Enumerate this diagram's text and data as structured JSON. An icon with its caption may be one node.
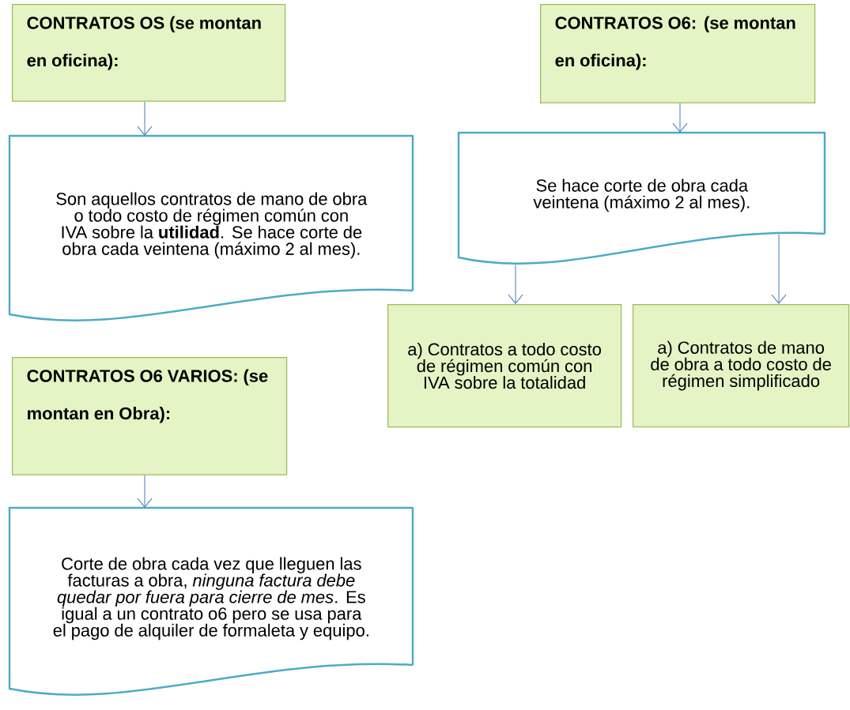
{
  "diagram": {
    "nodes": [
      {
        "text": [
          "CONTRATOS OS (se montan en oficina):"
        ]
      },
      {
        "text": [
          "Son aquellos contratos de mano de obra o todo costo de régimen común con IVA sobre la **utilidad**. Se hace corte de obra cada veintena (máximo 2 al mes)."
        ]
      },
      {
        "text": [
          "CONTRATOS O6: (se montan en oficina):"
        ]
      },
      {
        "text": [
          "Se hace corte de obra cada veintena (máximo 2 al mes)."
        ]
      },
      {
        "text": [
          "a) Contratos a todo costo de régimen común con IVA sobre la totalidad"
        ]
      },
      {
        "text": [
          "a) Contratos de mano de obra a todo costo de régimen simplificado"
        ]
      },
      {
        "text": [
          "CONTRATOS O6 VARIOS: (se montan en Obra):"
        ]
      },
      {
        "text": [
          "Corte de obra cada vez que lleguen las facturas a obra, *ninguna factura debe quedar por fuera para cierre de mes*. Es igual a un contrato o6 pero se usa para el pago de alquiler de formaleta y equipo."
        ]
      }
    ],
    "edges": [
      {
        "from": 0,
        "to": 1,
        "arrow": "to"
      },
      {
        "from": 2,
        "to": 3,
        "arrow": "to"
      },
      {
        "from": 3,
        "to": 4,
        "arrow": "to"
      },
      {
        "from": 3,
        "to": 5,
        "arrow": "to"
      },
      {
        "from": 6,
        "to": 7,
        "arrow": "to"
      }
    ]
  }
}
